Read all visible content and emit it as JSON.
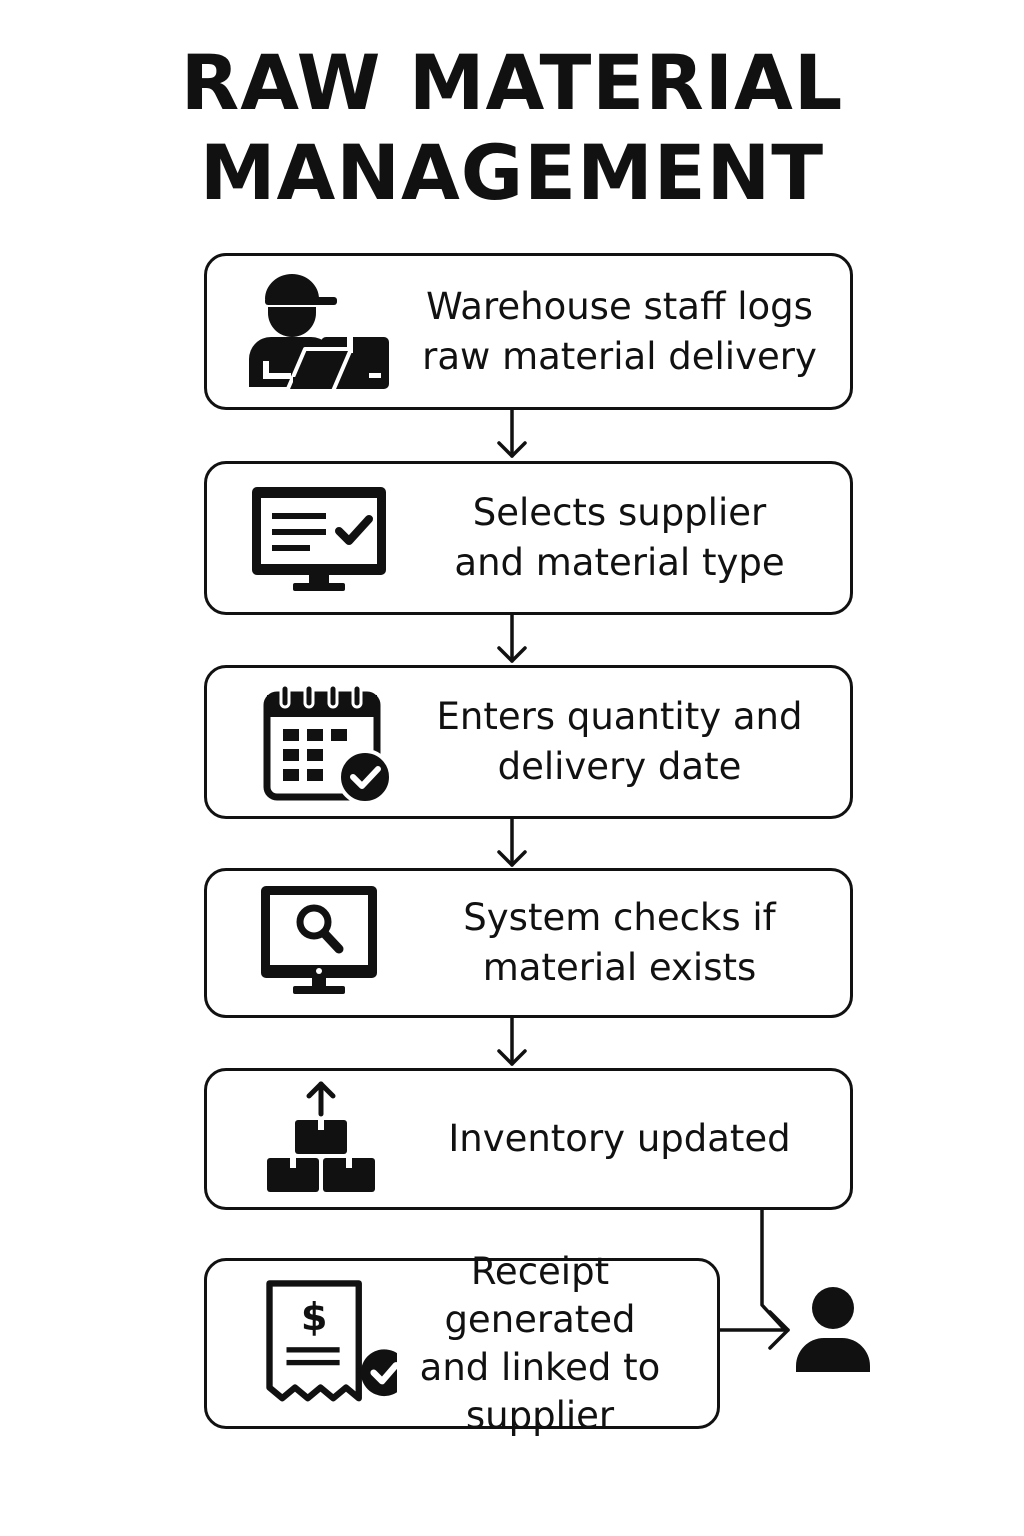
{
  "title": {
    "line1": "RAW MATERIAL",
    "line2": "MANAGEMENT"
  },
  "steps": [
    {
      "label": "Warehouse staff logs\nraw material delivery",
      "icon": "warehouse-worker-laptop-box-icon"
    },
    {
      "label": "Selects supplier\nand material type",
      "icon": "monitor-form-check-icon"
    },
    {
      "label": "Enters quantity and\ndelivery date",
      "icon": "calendar-check-icon"
    },
    {
      "label": "System checks if\nmaterial exists",
      "icon": "monitor-search-icon"
    },
    {
      "label": "Inventory updated",
      "icon": "boxes-upload-arrow-icon"
    },
    {
      "label": "Receipt generated\nand linked to\nsupplier",
      "icon": "receipt-dollar-check-icon"
    }
  ],
  "end_actor": {
    "icon": "person-icon"
  },
  "colors": {
    "stroke": "#111111",
    "background": "#ffffff"
  }
}
